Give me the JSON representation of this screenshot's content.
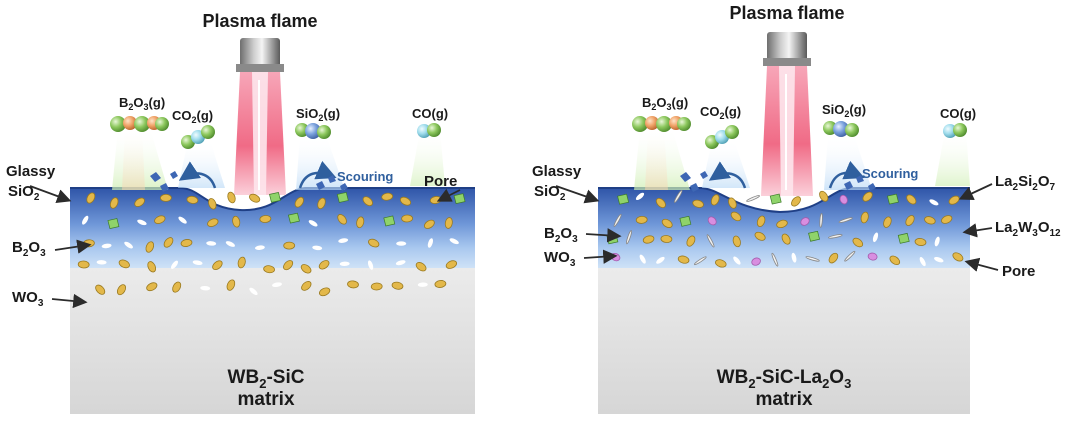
{
  "left_panel": {
    "flame_title": "Plasma flame",
    "matrix_line1_pre": "WB",
    "matrix_line1_sub": "2",
    "matrix_line1_post": "-SiC",
    "matrix_line2": "matrix",
    "gas_labels": {
      "b2o3_g": {
        "a": "B",
        "s1": "2",
        "b": "O",
        "s2": "3",
        "c": "(g)"
      },
      "co2_g": {
        "a": "CO",
        "s1": "2",
        "c": "(g)"
      },
      "sio2_g": {
        "a": "SiO",
        "s1": "2",
        "c": "(g)"
      },
      "co_g": {
        "a": "CO(g)"
      }
    },
    "scouring": "Scouring",
    "labels": {
      "glassy_line1": "Glassy",
      "glassy_line2_a": "SiO",
      "glassy_line2_s": "2",
      "b2o3_a": "B",
      "b2o3_s1": "2",
      "b2o3_b": "O",
      "b2o3_s2": "3",
      "wo3_a": "WO",
      "wo3_s": "3",
      "pore": "Pore"
    }
  },
  "right_panel": {
    "flame_title": "Plasma flame",
    "matrix_line1_pre": "WB",
    "matrix_line1_sub": "2",
    "matrix_line1_mid": "-SiC-La",
    "matrix_line1_sub2": "2",
    "matrix_line1_mid2": "O",
    "matrix_line1_sub3": "3",
    "matrix_line2": "matrix",
    "gas_labels": {
      "b2o3_g": {
        "a": "B",
        "s1": "2",
        "b": "O",
        "s2": "3",
        "c": "(g)"
      },
      "co2_g": {
        "a": "CO",
        "s1": "2",
        "c": "(g)"
      },
      "sio2_g": {
        "a": "SiO",
        "s1": "2",
        "c": "(g)"
      },
      "co_g": {
        "a": "CO(g)"
      }
    },
    "scouring": "Scouring",
    "labels": {
      "glassy_line1": "Glassy",
      "glassy_line2_a": "SiO",
      "glassy_line2_s": "2",
      "b2o3_a": "B",
      "b2o3_s1": "2",
      "b2o3_b": "O",
      "b2o3_s2": "3",
      "wo3_a": "WO",
      "wo3_s": "3",
      "la2si2o7": {
        "a": "La",
        "s1": "2",
        "b": "Si",
        "s2": "2",
        "c": "O",
        "s3": "7"
      },
      "la2w3o12": {
        "a": "La",
        "s1": "2",
        "b": "W",
        "s2": "3",
        "c": "O",
        "s3": "12"
      },
      "pore": "Pore"
    }
  },
  "colors": {
    "oxide_layer_top": "#2f55a8",
    "oxide_layer_mid": "#8fb3e6",
    "matrix_gray": "#dcdcdc",
    "wo3_particle": "#e3b84a",
    "b2o3_particle": "#8fd36a",
    "la2si2o7_particle": "#d88ee0",
    "flame_pink": "#f28a9e",
    "scour_blue": "#2f5f9e"
  }
}
